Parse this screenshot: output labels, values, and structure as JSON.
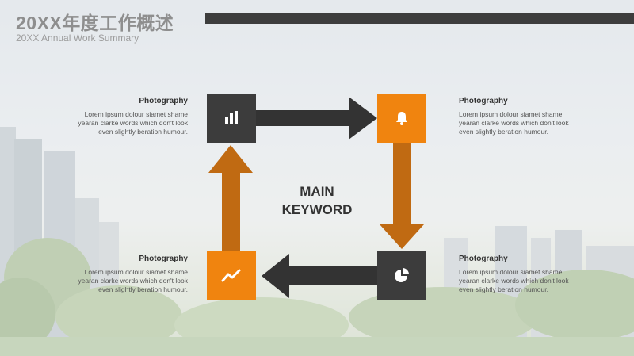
{
  "header": {
    "title": "20XX年度工作概述",
    "subtitle": "20XX Annual Work Summary"
  },
  "center_label": [
    "MAIN",
    "KEYWORD"
  ],
  "blocks": [
    {
      "heading": "Photography",
      "text": [
        "Lorem ipsum dolour siamet shame",
        "yearan clarke words which don't look",
        "even slightly beration humour."
      ]
    },
    {
      "heading": "Photography",
      "text": [
        "Lorem ipsum dolour siamet shame",
        "yearan clarke words which don't look",
        "even slightly beration humour."
      ]
    },
    {
      "heading": "Photography",
      "text": [
        "Lorem ipsum dolour siamet shame",
        "yearan clarke words which don't look",
        "even slightly beration humour."
      ]
    },
    {
      "heading": "Photography",
      "text": [
        "Lorem ipsum dolour siamet shame",
        "yearan clarke words which don't look",
        "even slightly beration humour."
      ]
    }
  ],
  "icons": {
    "top_left": "bar-chart-icon",
    "top_right": "bell-icon",
    "bottom_right": "pie-chart-icon",
    "bottom_left": "trend-line-icon"
  },
  "colors": {
    "dark": "#3c3c3c",
    "orange": "#f0840f",
    "arrow_dark": "#333333",
    "arrow_orange": "#c06a12"
  }
}
